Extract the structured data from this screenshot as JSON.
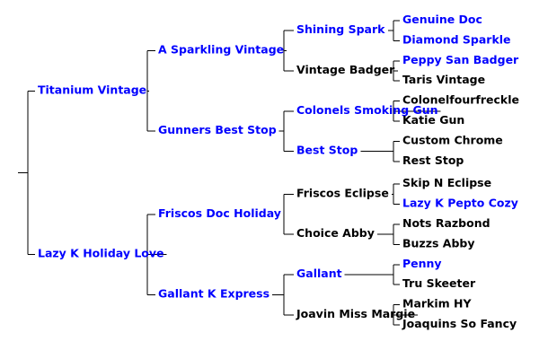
{
  "colors": {
    "link": "#0000ff",
    "text": "#000000",
    "line": "#000000"
  },
  "pedigree": {
    "name": "",
    "link": false,
    "children": [
      {
        "name": "Titanium Vintage",
        "link": true,
        "children": [
          {
            "name": "A Sparkling Vintage",
            "link": true,
            "children": [
              {
                "name": "Shining Spark",
                "link": true,
                "children": [
                  {
                    "name": "Genuine Doc",
                    "link": true
                  },
                  {
                    "name": "Diamond Sparkle",
                    "link": true
                  }
                ]
              },
              {
                "name": "Vintage Badger",
                "link": false,
                "children": [
                  {
                    "name": "Peppy San Badger",
                    "link": true
                  },
                  {
                    "name": "Taris Vintage",
                    "link": false
                  }
                ]
              }
            ]
          },
          {
            "name": "Gunners Best Stop",
            "link": true,
            "children": [
              {
                "name": "Colonels Smoking Gun",
                "link": true,
                "children": [
                  {
                    "name": "Colonelfourfreckle",
                    "link": false
                  },
                  {
                    "name": "Katie Gun",
                    "link": false
                  }
                ]
              },
              {
                "name": "Best Stop",
                "link": true,
                "children": [
                  {
                    "name": "Custom Chrome",
                    "link": false
                  },
                  {
                    "name": "Rest Stop",
                    "link": false
                  }
                ]
              }
            ]
          }
        ]
      },
      {
        "name": "Lazy K Holiday Love",
        "link": true,
        "children": [
          {
            "name": "Friscos Doc Holiday",
            "link": true,
            "children": [
              {
                "name": "Friscos Eclipse",
                "link": false,
                "children": [
                  {
                    "name": "Skip N Eclipse",
                    "link": false
                  },
                  {
                    "name": "Lazy K Pepto Cozy",
                    "link": true
                  }
                ]
              },
              {
                "name": "Choice Abby",
                "link": false,
                "children": [
                  {
                    "name": "Nots Razbond",
                    "link": false
                  },
                  {
                    "name": "Buzzs Abby",
                    "link": false
                  }
                ]
              }
            ]
          },
          {
            "name": "Gallant K Express",
            "link": true,
            "children": [
              {
                "name": "Gallant",
                "link": true,
                "children": [
                  {
                    "name": "Penny",
                    "link": true
                  },
                  {
                    "name": "Tru Skeeter",
                    "link": false
                  }
                ]
              },
              {
                "name": "Joavin Miss Margie",
                "link": false,
                "children": [
                  {
                    "name": "Markim HY",
                    "link": false
                  },
                  {
                    "name": "Joaquins So Fancy",
                    "link": false
                  }
                ]
              }
            ]
          }
        ]
      }
    ]
  }
}
